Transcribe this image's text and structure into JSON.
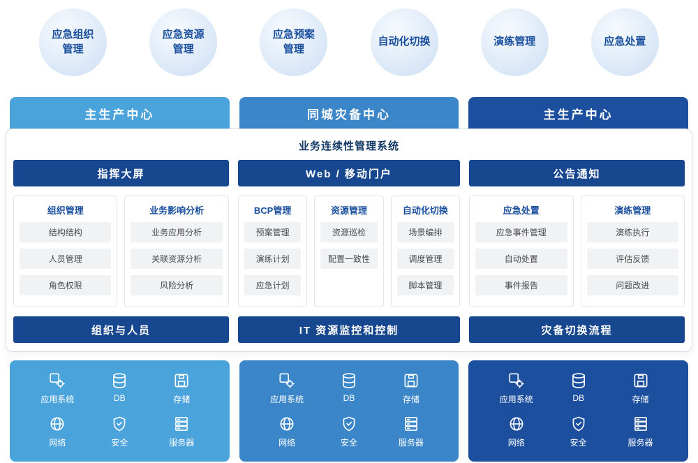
{
  "circles": [
    {
      "label": "应急组织\n管理"
    },
    {
      "label": "应急资源\n管理"
    },
    {
      "label": "应急预案\n管理"
    },
    {
      "label": "自动化切换"
    },
    {
      "label": "演练管理"
    },
    {
      "label": "应急处置"
    }
  ],
  "centers": [
    {
      "label": "主生产中心",
      "color": "#4BA3DC"
    },
    {
      "label": "同城灾备中心",
      "color": "#3A86C8"
    },
    {
      "label": "主生产中心",
      "color": "#1D4F9F"
    }
  ],
  "system": {
    "title": "业务连续性管理系统",
    "top_bars": [
      "指挥大屏",
      "Web / 移动门户",
      "公告通知"
    ],
    "bottom_bars": [
      "组织与人员",
      "IT 资源监控和控制",
      "灾备切换流程"
    ],
    "modules": [
      {
        "title": "组织管理",
        "items": [
          "结构结构",
          "人员管理",
          "角色权限"
        ]
      },
      {
        "title": "业务影响分析",
        "items": [
          "业务应用分析",
          "关联资源分析",
          "风险分析"
        ]
      },
      {
        "title": "BCP管理",
        "items": [
          "预案管理",
          "演练计划",
          "应急计划"
        ]
      },
      {
        "title": "资源管理",
        "items": [
          "资源巡检",
          "配置一致性"
        ]
      },
      {
        "title": "自动化切换",
        "items": [
          "场景编排",
          "调度管理",
          "脚本管理"
        ]
      },
      {
        "title": "应急处置",
        "items": [
          "应急事件管理",
          "自动处置",
          "事件报告"
        ]
      },
      {
        "title": "演练管理",
        "items": [
          "演练执行",
          "评估反馈",
          "问题改进"
        ]
      }
    ]
  },
  "infrastructure": {
    "icons": [
      {
        "name": "app-system-icon",
        "label": "应用系统"
      },
      {
        "name": "db-icon",
        "label": "DB"
      },
      {
        "name": "storage-icon",
        "label": "存储"
      },
      {
        "name": "network-icon",
        "label": "网络"
      },
      {
        "name": "security-icon",
        "label": "安全"
      },
      {
        "name": "server-icon",
        "label": "服务器"
      }
    ],
    "panel_colors": [
      "#4BA3DC",
      "#3A86C8",
      "#1D4F9F"
    ]
  },
  "colors": {
    "navy_bar": "#17478F",
    "title_text": "#153A66",
    "card_title_text": "#1A4F9E"
  }
}
